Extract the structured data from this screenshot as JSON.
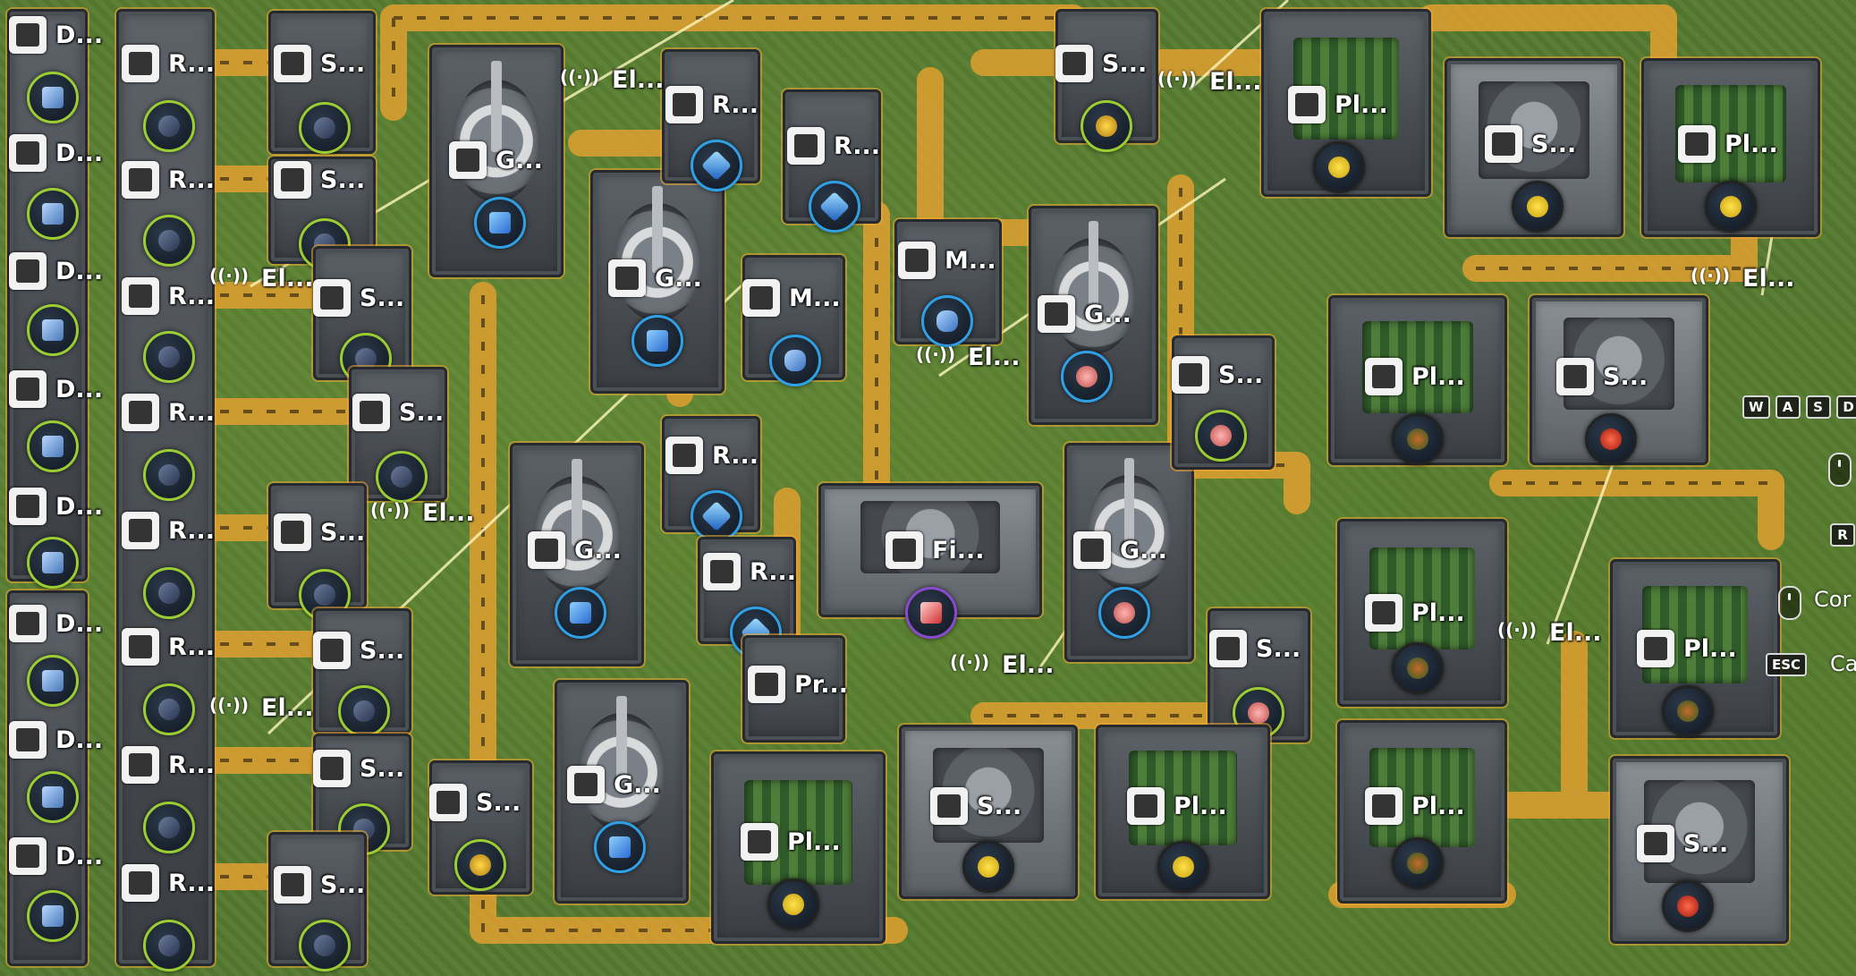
{
  "labels": {
    "depot": "D...",
    "refinery": "R...",
    "shredder": "S...",
    "electric": "El...",
    "grinder": "G...",
    "moulder": "M...",
    "planter": "Pl...",
    "filler": "Fi...",
    "press": "Pr..."
  },
  "controls": {
    "key_w": "W",
    "key_a": "A",
    "key_s": "S",
    "key_d": "D",
    "key_r": "R",
    "key_esc": "ESC",
    "hint_confirm": "Cor",
    "hint_cancel": "Ca"
  },
  "colors": {
    "grass": "#557a30",
    "belt": "#e0a030",
    "building_dark": "#3a3e43",
    "ring_blue": "#2fa0e6",
    "ring_green": "#9acd32",
    "ring_purple": "#8a4ad0"
  },
  "icons": {
    "depot": "depot-icon",
    "refinery": "refinery-icon",
    "shredder": "shredder-icon",
    "electric": "electric-pylon-icon",
    "grinder": "grinder-icon",
    "moulder": "moulder-icon",
    "planter": "planter-icon",
    "filler": "filler-icon",
    "press": "press-icon"
  }
}
